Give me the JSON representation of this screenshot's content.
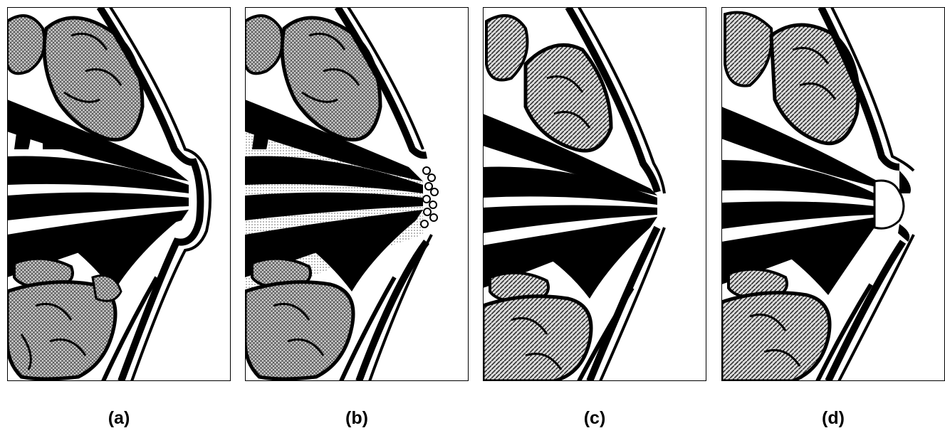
{
  "panels": [
    {
      "label": "(a)",
      "variant": "normal"
    },
    {
      "label": "(b)",
      "variant": "dotted-tip"
    },
    {
      "label": "(c)",
      "variant": "retracted"
    },
    {
      "label": "(d)",
      "variant": "open-tip"
    }
  ],
  "colors": {
    "ink": "#000000",
    "paper": "#ffffff",
    "tissue": "#bdbdbd"
  }
}
